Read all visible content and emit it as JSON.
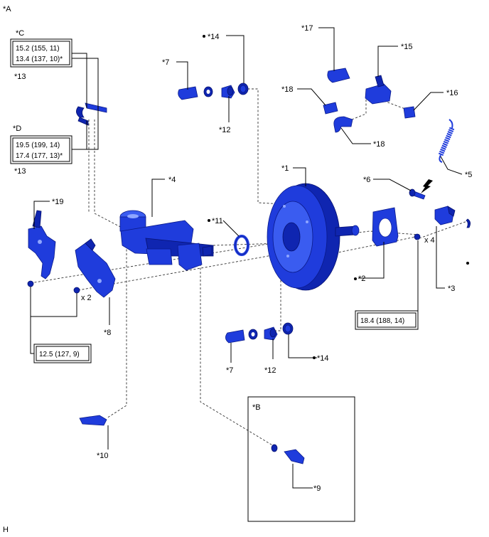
{
  "labels": {
    "A": "*A",
    "B": "*B",
    "C": "*C",
    "D": "*D",
    "H": "H",
    "p1": "*1",
    "p2": "*2",
    "p3": "*3",
    "p4": "*4",
    "p5": "*5",
    "p6": "*6",
    "p7a": "*7",
    "p7b": "*7",
    "p8": "*8",
    "p9": "*9",
    "p10": "*10",
    "p11": "*11",
    "p12a": "*12",
    "p12b": "*12",
    "p13a": "*13",
    "p13b": "*13",
    "p14a": "*14",
    "p14b": "*14",
    "p15": "*15",
    "p16": "*16",
    "p17": "*17",
    "p18a": "*18",
    "p18b": "*18",
    "p19": "*19",
    "x2": "x 2",
    "x4": "x 4"
  },
  "torque": {
    "c_line1": "15.2 (155, 11)",
    "c_line2": "13.4 (137, 10)*",
    "d_line1": "19.5 (199, 14)",
    "d_line2": "17.4 (177, 13)*",
    "t1": "18.4 (188, 14)",
    "t2": "12.5 (127, 9)"
  },
  "colors": {
    "part": "#1f3cdc",
    "part_dark": "#0f25b0",
    "part_light": "#3a5cf0"
  },
  "icons": [
    "black-dot-icon",
    "arrow-icon"
  ]
}
